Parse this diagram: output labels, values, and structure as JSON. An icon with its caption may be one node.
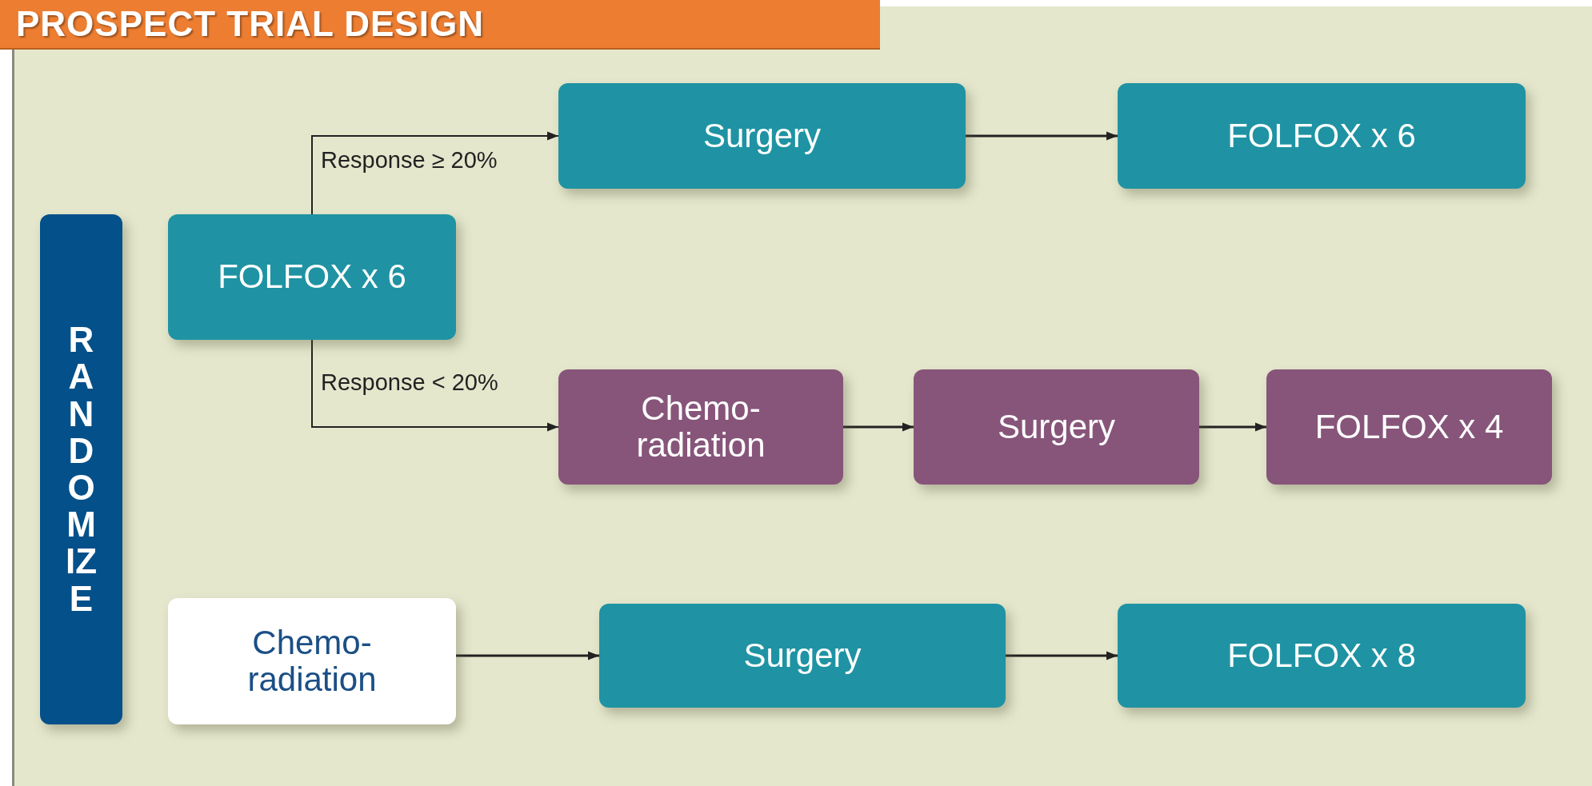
{
  "diagram": {
    "title": "PROSPECT TRIAL DESIGN",
    "nodes": [
      {
        "text": [
          "RANDOMIZE"
        ]
      },
      {
        "text": [
          "FOLFOX x 6"
        ]
      },
      {
        "text": [
          "Surgery"
        ]
      },
      {
        "text": [
          "FOLFOX x 6"
        ]
      },
      {
        "text": [
          "Chemo- radiation"
        ]
      },
      {
        "text": [
          "Surgery"
        ]
      },
      {
        "text": [
          "FOLFOX x 4"
        ]
      },
      {
        "text": [
          "Chemo- radiation"
        ]
      },
      {
        "text": [
          "Surgery"
        ]
      },
      {
        "text": [
          "FOLFOX x 8"
        ]
      }
    ],
    "edges": [
      {
        "from": 1,
        "to": 2,
        "arrow": "to",
        "label": "Response ≥ 20%"
      },
      {
        "from": 2,
        "to": 3,
        "arrow": "to"
      },
      {
        "from": 1,
        "to": 4,
        "arrow": "to",
        "label": "Response < 20%"
      },
      {
        "from": 4,
        "to": 5,
        "arrow": "to"
      },
      {
        "from": 5,
        "to": 6,
        "arrow": "to"
      },
      {
        "from": 7,
        "to": 8,
        "arrow": "to"
      },
      {
        "from": 8,
        "to": 9,
        "arrow": "to"
      }
    ]
  }
}
